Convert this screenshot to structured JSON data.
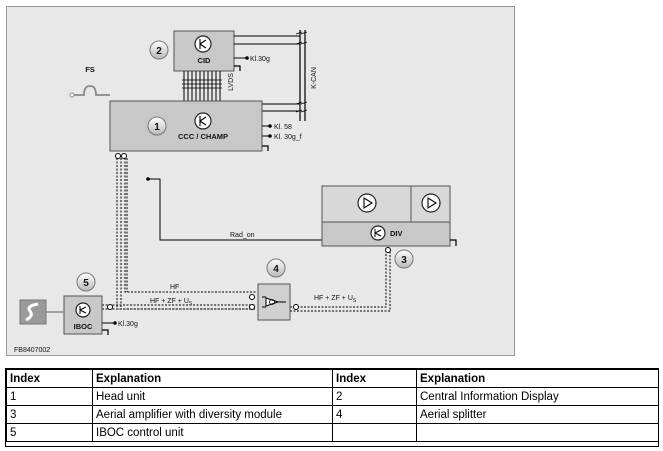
{
  "diagram": {
    "id": "FB8407002",
    "components": {
      "cid": "CID",
      "ccc": "CCC / CHAMP",
      "div": "DIV",
      "iboc": "IBOC"
    },
    "callouts": [
      "1",
      "2",
      "3",
      "4",
      "5"
    ],
    "labels": {
      "fs": "FS",
      "kcan": "K-CAN",
      "lvds": "LVDS",
      "kl30g_cid": "Kl.30g",
      "kl58": "Kl. 58",
      "kl30gf": "Kl. 30g_f",
      "rad_on": "Rad_on",
      "hf": "HF",
      "hf_zf_us_left": "HF + ZF + U",
      "hf_zf_us_right": "HF + ZF + U",
      "subscript_s": "S",
      "kl30g_iboc": "Kl.30g"
    }
  },
  "table": {
    "headers": [
      "Index",
      "Explanation",
      "Index",
      "Explanation"
    ],
    "rows": [
      [
        "1",
        "Head unit",
        "2",
        "Central Information Display"
      ],
      [
        "3",
        "Aerial amplifier with diversity module",
        "4",
        "Aerial splitter"
      ],
      [
        "5",
        "IBOC control unit",
        "",
        ""
      ]
    ]
  }
}
